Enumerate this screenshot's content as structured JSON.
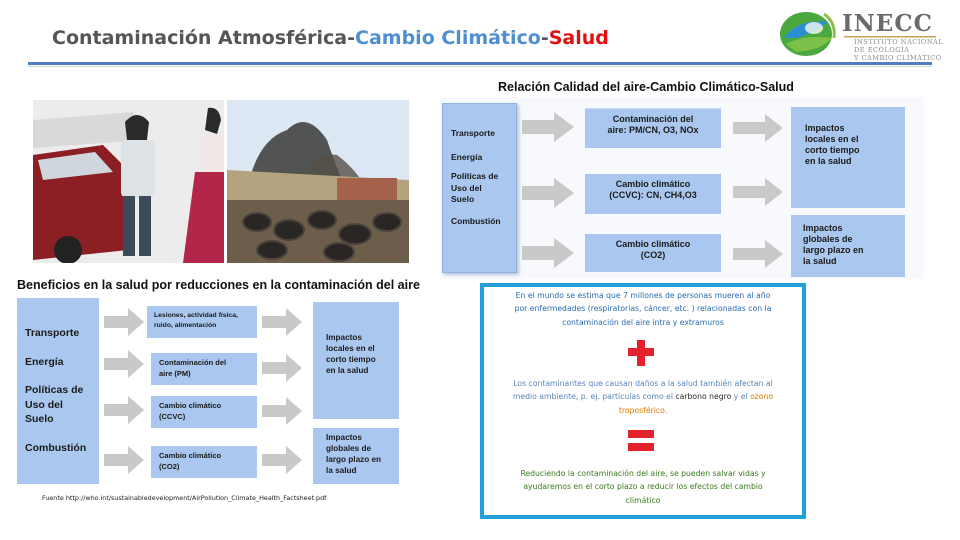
{
  "slide": {
    "title_part1": "Contaminación Atmosférica-",
    "title_part2": "Cambio Climático",
    "title_part3": "-",
    "title_part4": "Salud",
    "colors": {
      "title_grey": "#555555",
      "title_blue": "#4f8fd0",
      "title_red": "#e01010",
      "rule_blue": "#4f7fc1"
    }
  },
  "logo": {
    "name": "INECC",
    "line1": "INSTITUTO NACIONAL",
    "line2": "DE ECOLOGÍA",
    "line3": "Y CAMBIO CLIMÁTICO"
  },
  "top_diagram": {
    "title": "Relación Calidad del aire-Cambio Climático-Salud",
    "sources": [
      "Transporte",
      "Energía",
      "Políticas de",
      "Uso del",
      "Suelo",
      "Combustión"
    ],
    "middle": [
      {
        "line1": "Contaminación del",
        "line2": "aire: PM/CN, O3, NOx"
      },
      {
        "line1": "Cambio climático",
        "line2": "(CCVC): CN, CH4,O3"
      },
      {
        "line1": "Cambio climático",
        "line2": "(CO2)"
      }
    ],
    "impacts": [
      {
        "lines": [
          "Impactos",
          "locales en el",
          "corto tiempo",
          "en la salud"
        ]
      },
      {
        "lines": [
          "Impactos",
          "globales de",
          "largo plazo en",
          "la salud"
        ]
      }
    ]
  },
  "bottom_diagram": {
    "title": "Beneficios en la salud por reducciones en la contaminación del aire",
    "sources": [
      "Transporte",
      "Energía",
      "Políticas de",
      "Uso del",
      "Suelo",
      "Combustión"
    ],
    "middle": [
      {
        "line1": "Lesiones, actividad física,",
        "line2": "ruido, alimentación"
      },
      {
        "line1": "Contaminación del",
        "line2": "aire (PM)"
      },
      {
        "line1": "Cambio climático",
        "line2": "(CCVC)"
      },
      {
        "line1": "Cambio climático",
        "line2": "(CO2)"
      }
    ],
    "impacts": [
      {
        "lines": [
          "Impactos",
          "locales en el",
          "corto tiempo",
          "en la salud"
        ]
      },
      {
        "lines": [
          "Impactos",
          "globales de",
          "largo plazo en",
          "la salud"
        ]
      }
    ]
  },
  "info_box": {
    "p1": [
      "En el mundo se estima que 7 millones de personas mueren al año",
      "por enfermedades (respiratorias, cáncer, etc. ) relacionadas con la",
      "contaminación del aire intra y extramuros"
    ],
    "p2_line1": "Los contaminantes que causan daños a la salud también afectan al",
    "p2_line2_a": "medio ambiente, p. ej. partículas como el ",
    "p2_line2_b": "carbono negro",
    "p2_line2_c": " y el ",
    "p2_line2_d": "ozono",
    "p2_line3": "troposférico.",
    "p3": [
      "Reduciendo la contaminación del aire, se pueden salvar vidas y",
      "ayudaremos en el corto plazo a reducir los efectos del cambio",
      "climático"
    ],
    "colors": {
      "border": "#21a1dc",
      "text_blue": "#2a6cb0",
      "text_steel": "#5b85b8",
      "text_orange": "#e07b00",
      "text_green": "#3a7a1e",
      "symbol_red": "#e3222b"
    }
  },
  "source_note": "Fuente http://who.int/sustainabledevelopment/AirPollution_Climate_Health_Factsheet.pdf"
}
